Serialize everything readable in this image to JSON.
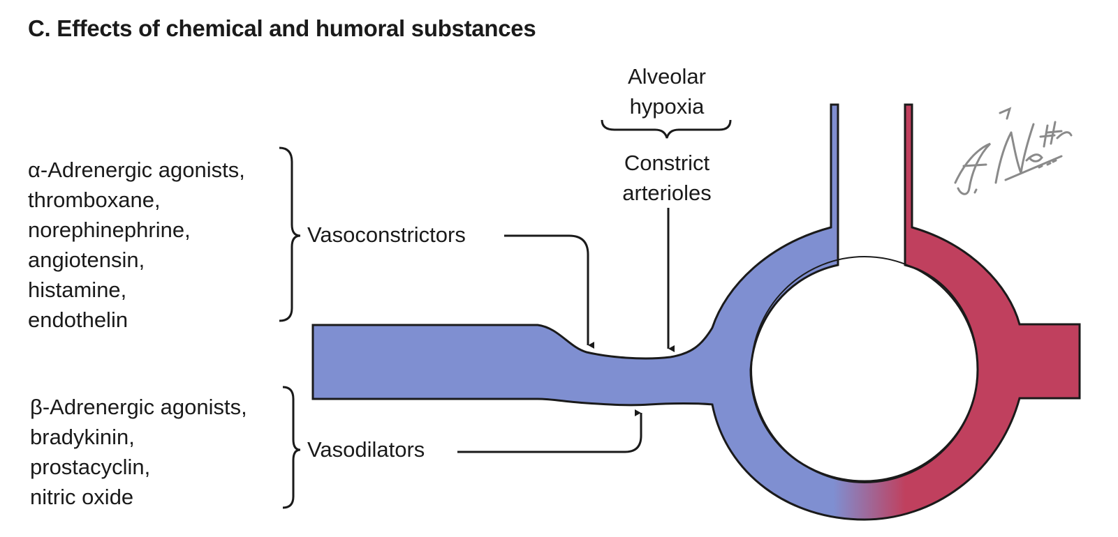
{
  "title": "C. Effects of chemical and humoral substances",
  "vasoconstrictors": {
    "label": "Vasoconstrictors",
    "substances": [
      "α-Adrenergic agonists,",
      "thromboxane,",
      "norephinephrine,",
      "angiotensin,",
      "histamine,",
      "endothelin"
    ]
  },
  "vasodilators": {
    "label": "Vasodilators",
    "substances": [
      "β-Adrenergic agonists,",
      "bradykinin,",
      "prostacyclin,",
      "nitric oxide"
    ]
  },
  "hypoxia": {
    "cause_lines": [
      "Alveolar",
      "hypoxia"
    ],
    "effect_lines": [
      "Constrict",
      "arterioles"
    ]
  },
  "signature": "F. Netter M.D.",
  "colors": {
    "deoxygenated": "#7f8fd1",
    "oxygenated": "#c0405e",
    "outline": "#1a1a1a"
  }
}
